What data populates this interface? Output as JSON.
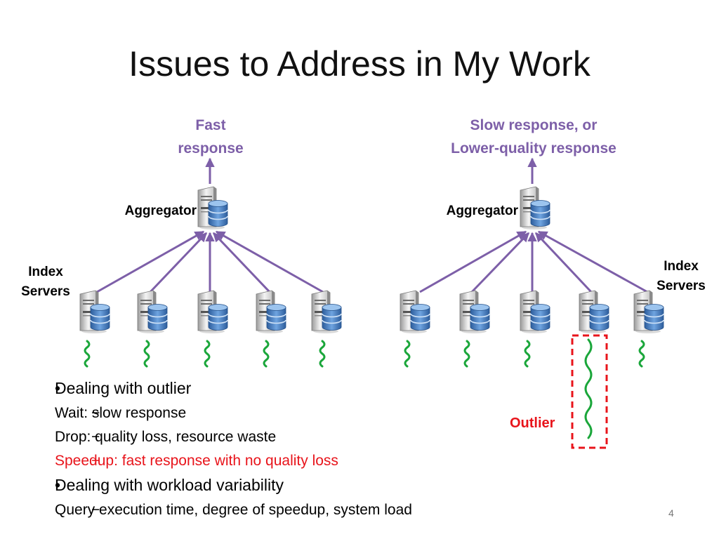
{
  "slide": {
    "title": "Issues to Address in My Work",
    "page_number": "4"
  },
  "left_diagram": {
    "response_lines": [
      "Fast",
      "response"
    ],
    "aggregator_label": "Aggregator",
    "index_label_lines": [
      "Index",
      "Servers"
    ]
  },
  "right_diagram": {
    "response_lines": [
      "Slow response, or",
      "Lower-quality response"
    ],
    "aggregator_label": "Aggregator",
    "index_label_lines": [
      "Index",
      "Servers"
    ],
    "outlier_label": "Outlier"
  },
  "bullets": [
    {
      "marker": "•",
      "text": "Dealing with outlier"
    },
    {
      "marker": "−",
      "text": "Wait: slow response"
    },
    {
      "marker": "−",
      "text": "Drop: quality loss, resource waste"
    },
    {
      "marker": "−",
      "text": "Speedup: fast response with no quality loss"
    },
    {
      "marker": "•",
      "text": "Dealing with workload variability"
    },
    {
      "marker": "−",
      "text": "Query execution time, degree of speedup, system load"
    }
  ],
  "colors": {
    "accent_purple": "#7d5fa8",
    "highlight_red": "#e8141b",
    "signal_green": "#1aa63a",
    "db_blue": "#4a83c8"
  },
  "icons": [
    "server-database-icon",
    "up-arrow-icon",
    "latency-wave-icon"
  ]
}
